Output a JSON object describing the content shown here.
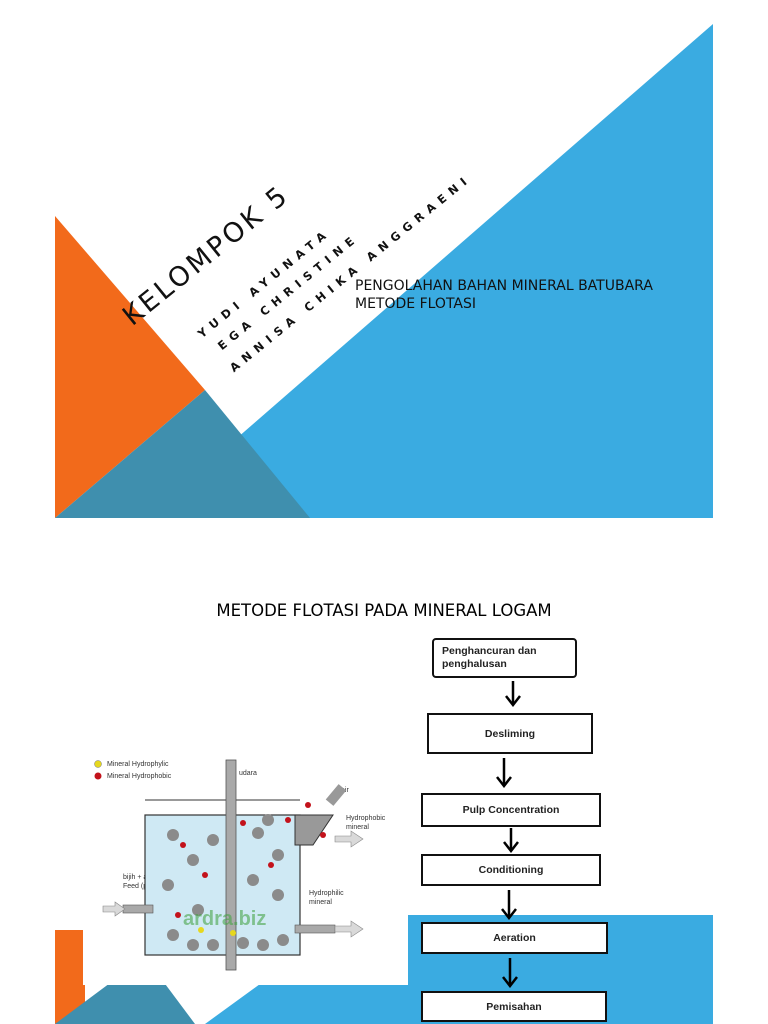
{
  "slide1": {
    "group_title": "KELOMPOK 5",
    "members": [
      "YUDI AYUNATA",
      "EGA CHRISTINE",
      "ANNISA CHIKA ANGGRAENI"
    ],
    "subtitle_line1": "PENGOLAHAN BAHAN MINERAL BATUBARA",
    "subtitle_line2": "METODE FLOTASI",
    "colors": {
      "orange": "#f26a1b",
      "blue": "#3aabe1",
      "teal": "#3f8fae"
    }
  },
  "slide2": {
    "title": "METODE FLOTASI PADA  MINERAL LOGAM",
    "flow_steps": [
      {
        "line1": "Penghancuran dan",
        "line2": "penghalusan"
      },
      {
        "line1": "Desliming"
      },
      {
        "line1": "Pulp Concentration"
      },
      {
        "line1": "Conditioning"
      },
      {
        "line1": "Aeration"
      },
      {
        "line1": "Pemisahan"
      }
    ],
    "diagram": {
      "legend_hydrophylic": "Mineral Hydrophylic",
      "legend_hydrophobic": "Mineral Hydrophobic",
      "label_udara": "udara",
      "label_air": "air",
      "label_hydrophobic_1": "Hydrophobic",
      "label_hydrophobic_2": "mineral",
      "label_feed_1": "bijih + air",
      "label_feed_2": "Feed (pulp)",
      "label_hydrophilic_1": "Hydrophilic",
      "label_hydrophilic_2": "mineral",
      "watermark": "ardra.biz"
    }
  }
}
